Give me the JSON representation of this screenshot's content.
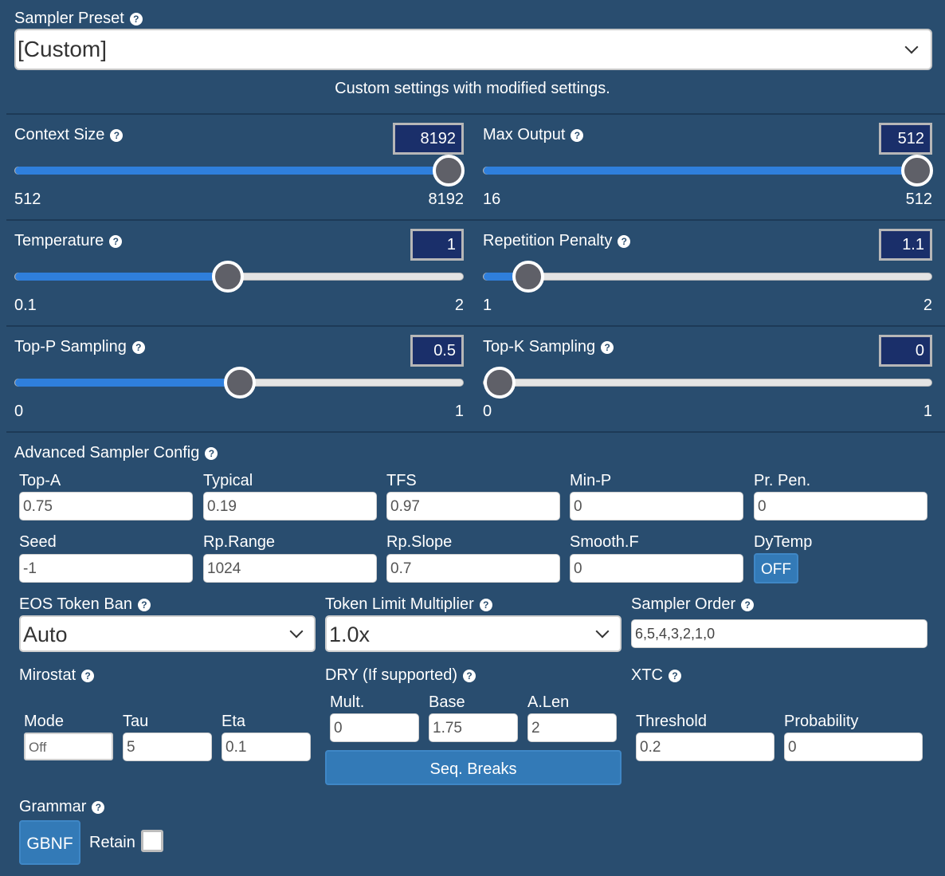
{
  "preset": {
    "label": "Sampler Preset",
    "value": "[Custom]",
    "description": "Custom settings with modified settings."
  },
  "help_glyph": "?",
  "sliders": {
    "context": {
      "label": "Context Size",
      "value": "8192",
      "min": "512",
      "max": "8192",
      "fraction": 1.0
    },
    "max_output": {
      "label": "Max Output",
      "value": "512",
      "min": "16",
      "max": "512",
      "fraction": 1.0
    },
    "temperature": {
      "label": "Temperature",
      "value": "1",
      "min": "0.1",
      "max": "2",
      "fraction": 0.474
    },
    "rep_penalty": {
      "label": "Repetition Penalty",
      "value": "1.1",
      "min": "1",
      "max": "2",
      "fraction": 0.1
    },
    "top_p": {
      "label": "Top-P Sampling",
      "value": "0.5",
      "min": "0",
      "max": "1",
      "fraction": 0.5
    },
    "top_k": {
      "label": "Top-K Sampling",
      "value": "0",
      "min": "0",
      "max": "1",
      "fraction": 0.0
    }
  },
  "advanced": {
    "title": "Advanced Sampler Config",
    "row1": [
      {
        "label": "Top-A",
        "value": "0.75"
      },
      {
        "label": "Typical",
        "value": "0.19"
      },
      {
        "label": "TFS",
        "value": "0.97"
      },
      {
        "label": "Min-P",
        "value": "0"
      },
      {
        "label": "Pr. Pen.",
        "value": "0"
      }
    ],
    "row2": [
      {
        "label": "Seed",
        "value": "-1"
      },
      {
        "label": "Rp.Range",
        "value": "1024"
      },
      {
        "label": "Rp.Slope",
        "value": "0.7"
      },
      {
        "label": "Smooth.F",
        "value": "0"
      }
    ],
    "dytemp": {
      "label": "DyTemp",
      "button": "OFF"
    },
    "eos": {
      "label": "EOS Token Ban",
      "value": "Auto"
    },
    "token_limit": {
      "label": "Token Limit Multiplier",
      "value": "1.0x"
    },
    "sampler_order": {
      "label": "Sampler Order",
      "value": "6,5,4,3,2,1,0"
    },
    "mirostat": {
      "label": "Mirostat",
      "mode_label": "Mode",
      "mode_value": "Off",
      "tau_label": "Tau",
      "tau_value": "5",
      "eta_label": "Eta",
      "eta_value": "0.1"
    },
    "dry": {
      "label": "DRY (If supported)",
      "mult_label": "Mult.",
      "mult_value": "0",
      "base_label": "Base",
      "base_value": "1.75",
      "alen_label": "A.Len",
      "alen_value": "2",
      "seq_button": "Seq. Breaks"
    },
    "xtc": {
      "label": "XTC",
      "threshold_label": "Threshold",
      "threshold_value": "0.2",
      "probability_label": "Probability",
      "probability_value": "0"
    },
    "grammar": {
      "label": "Grammar",
      "button": "GBNF",
      "retain_label": "Retain",
      "retain_checked": false
    }
  },
  "colors": {
    "background": "#294d6f",
    "slider_fill": "#2f7fdc",
    "button": "#337ab7",
    "value_box": "#1a2f6a"
  }
}
